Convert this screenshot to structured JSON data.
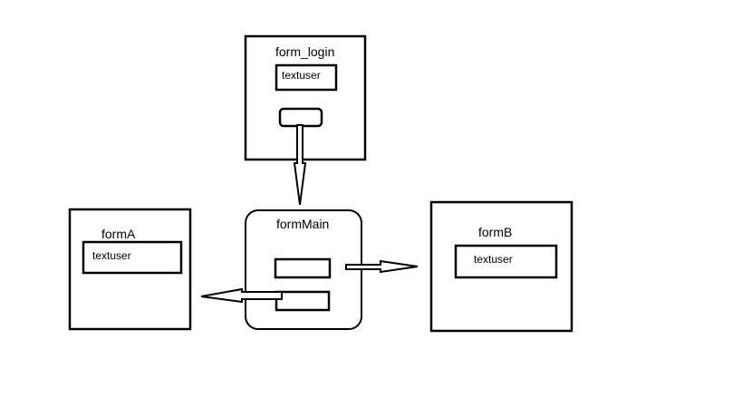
{
  "diagram": {
    "stroke_color": "#000000",
    "background": "#ffffff",
    "form_login": {
      "title": "form_login",
      "field_label": "textuser"
    },
    "form_main": {
      "title": "formMain"
    },
    "form_a": {
      "title": "formA",
      "field_label": "textuser"
    },
    "form_b": {
      "title": "formB",
      "field_label": "textuser"
    }
  }
}
